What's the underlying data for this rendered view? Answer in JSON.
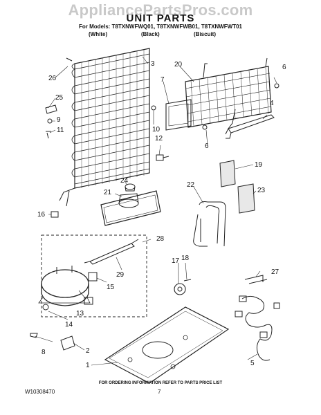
{
  "watermark": "AppliancePartsPros.com",
  "title": "UNIT PARTS",
  "models": "For Models: T8TXNWFWQ01, T8TXNWFWB01, T8TXNWFWT01",
  "colors": [
    "(White)",
    "(Black)",
    "(Biscuit)"
  ],
  "callouts": [
    "26",
    "3",
    "20",
    "6",
    "7",
    "25",
    "9",
    "11",
    "10",
    "4",
    "6",
    "12",
    "19",
    "24",
    "21",
    "22",
    "23",
    "16",
    "28",
    "29",
    "17",
    "18",
    "27",
    "15",
    "13",
    "14",
    "8",
    "2",
    "1",
    "5"
  ],
  "footer_note": "FOR ORDERING INFORMATION REFER TO PARTS PRICE LIST",
  "document_number": "W10308470",
  "page_number": "7"
}
